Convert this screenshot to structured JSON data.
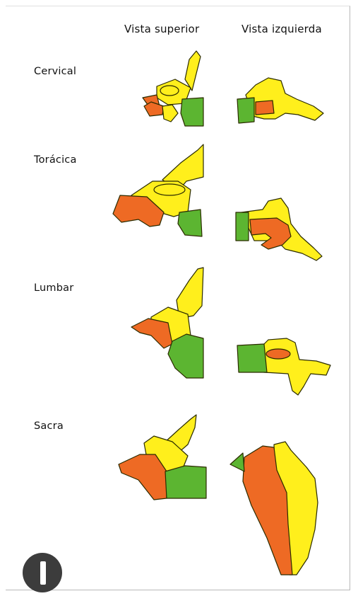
{
  "header": {
    "col_superior": "Vista superior",
    "col_izquierda": "Vista izquierda"
  },
  "rows": [
    {
      "label": "Cervical"
    },
    {
      "label": "Torácica"
    },
    {
      "label": "Lumbar"
    },
    {
      "label": "Sacra"
    }
  ],
  "colors": {
    "yellow": "#ffef1c",
    "orange": "#ee6a24",
    "green": "#5cb531",
    "outline": "#2b2b00"
  },
  "badge": {
    "icon": "roman-numeral-one-icon"
  }
}
